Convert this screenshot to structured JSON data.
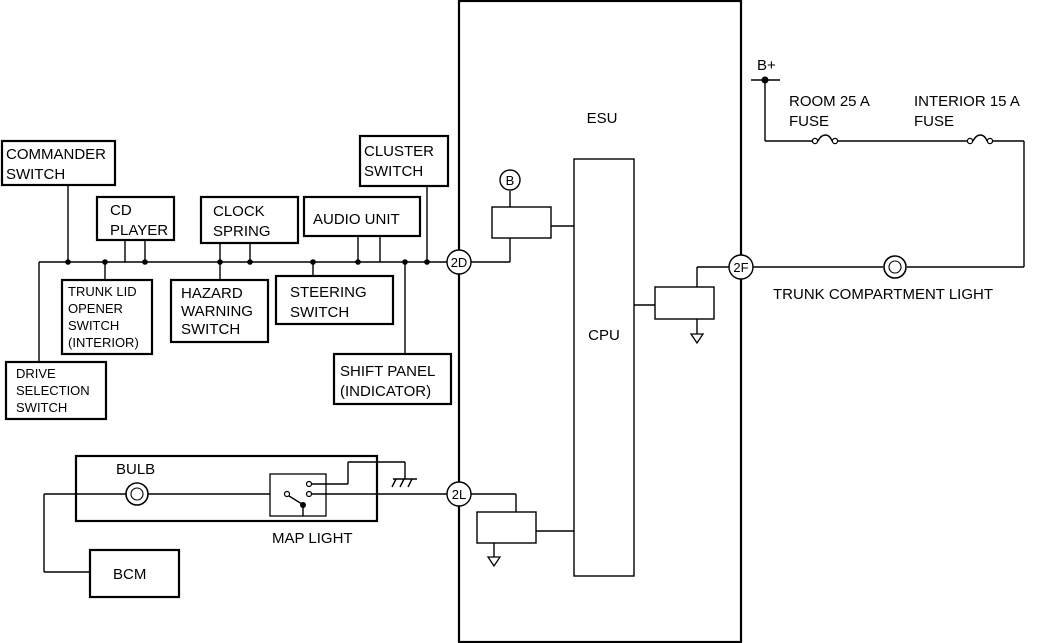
{
  "ecu": {
    "name": "ESU",
    "cpu": "CPU"
  },
  "connectors": {
    "d": "2D",
    "f": "2F",
    "l": "2L",
    "b": "B"
  },
  "power": {
    "bplus": "B+"
  },
  "fuses": {
    "room": [
      "ROOM 25 A",
      "FUSE"
    ],
    "interior": [
      "INTERIOR 15 A",
      "FUSE"
    ]
  },
  "loads": {
    "trunk_light": "TRUNK COMPARTMENT LIGHT"
  },
  "switches": {
    "commander": [
      "COMMANDER",
      "SWITCH"
    ],
    "cd_player": [
      "CD",
      "PLAYER"
    ],
    "clock_spring": [
      "CLOCK",
      "SPRING"
    ],
    "audio_unit": [
      "AUDIO UNIT"
    ],
    "cluster": [
      "CLUSTER",
      "SWITCH"
    ],
    "trunk_lid": [
      "TRUNK LID",
      "OPENER",
      "SWITCH",
      "(INTERIOR)"
    ],
    "hazard": [
      "HAZARD",
      "WARNING",
      "SWITCH"
    ],
    "steering": [
      "STEERING",
      "SWITCH"
    ],
    "shift_panel": [
      "SHIFT PANEL",
      "(INDICATOR)"
    ],
    "drive_selection": [
      "DRIVE",
      "SELECTION",
      "SWITCH"
    ]
  },
  "map_light": {
    "title": "MAP LIGHT",
    "bulb": "BULB"
  },
  "bcm": "BCM"
}
